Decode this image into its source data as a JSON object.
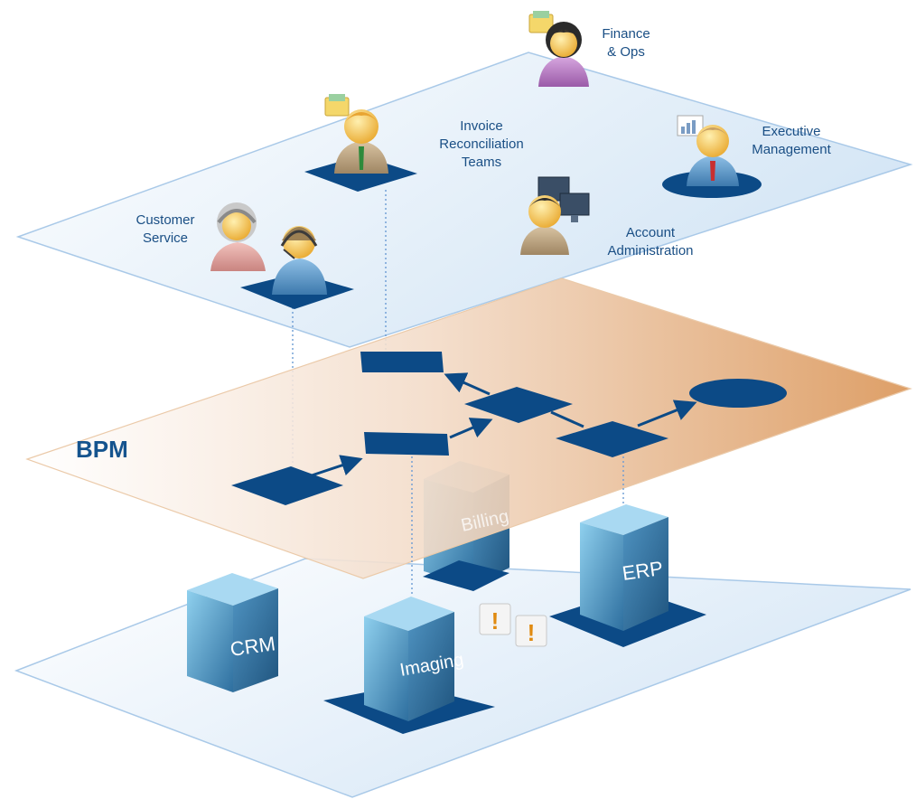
{
  "layers": {
    "people": {
      "roles": {
        "customer_service": "Customer\nService",
        "invoice_reconciliation": "Invoice\nReconciliation\nTeams",
        "finance_ops": "Finance\n& Ops",
        "account_administration": "Account\nAdministration",
        "executive_management": "Executive\nManagement"
      }
    },
    "bpm": {
      "title": "BPM"
    },
    "systems": {
      "servers": {
        "crm": "CRM",
        "imaging": "Imaging",
        "erp": "ERP",
        "billing": "Billing"
      },
      "alerts": [
        "!",
        "!"
      ]
    }
  },
  "colors": {
    "node_navy": "#0c4a86",
    "label_blue": "#1a4f85",
    "plane_edge": "#a9c9e8",
    "bpm_orange": "#e0a877",
    "server_blue": "#4f9fcf",
    "alert_orange": "#e08a10"
  },
  "icons": [
    "person-icon",
    "headset-icon",
    "folder-icon",
    "monitor-icon",
    "chart-icon",
    "server-icon",
    "alert-icon"
  ]
}
